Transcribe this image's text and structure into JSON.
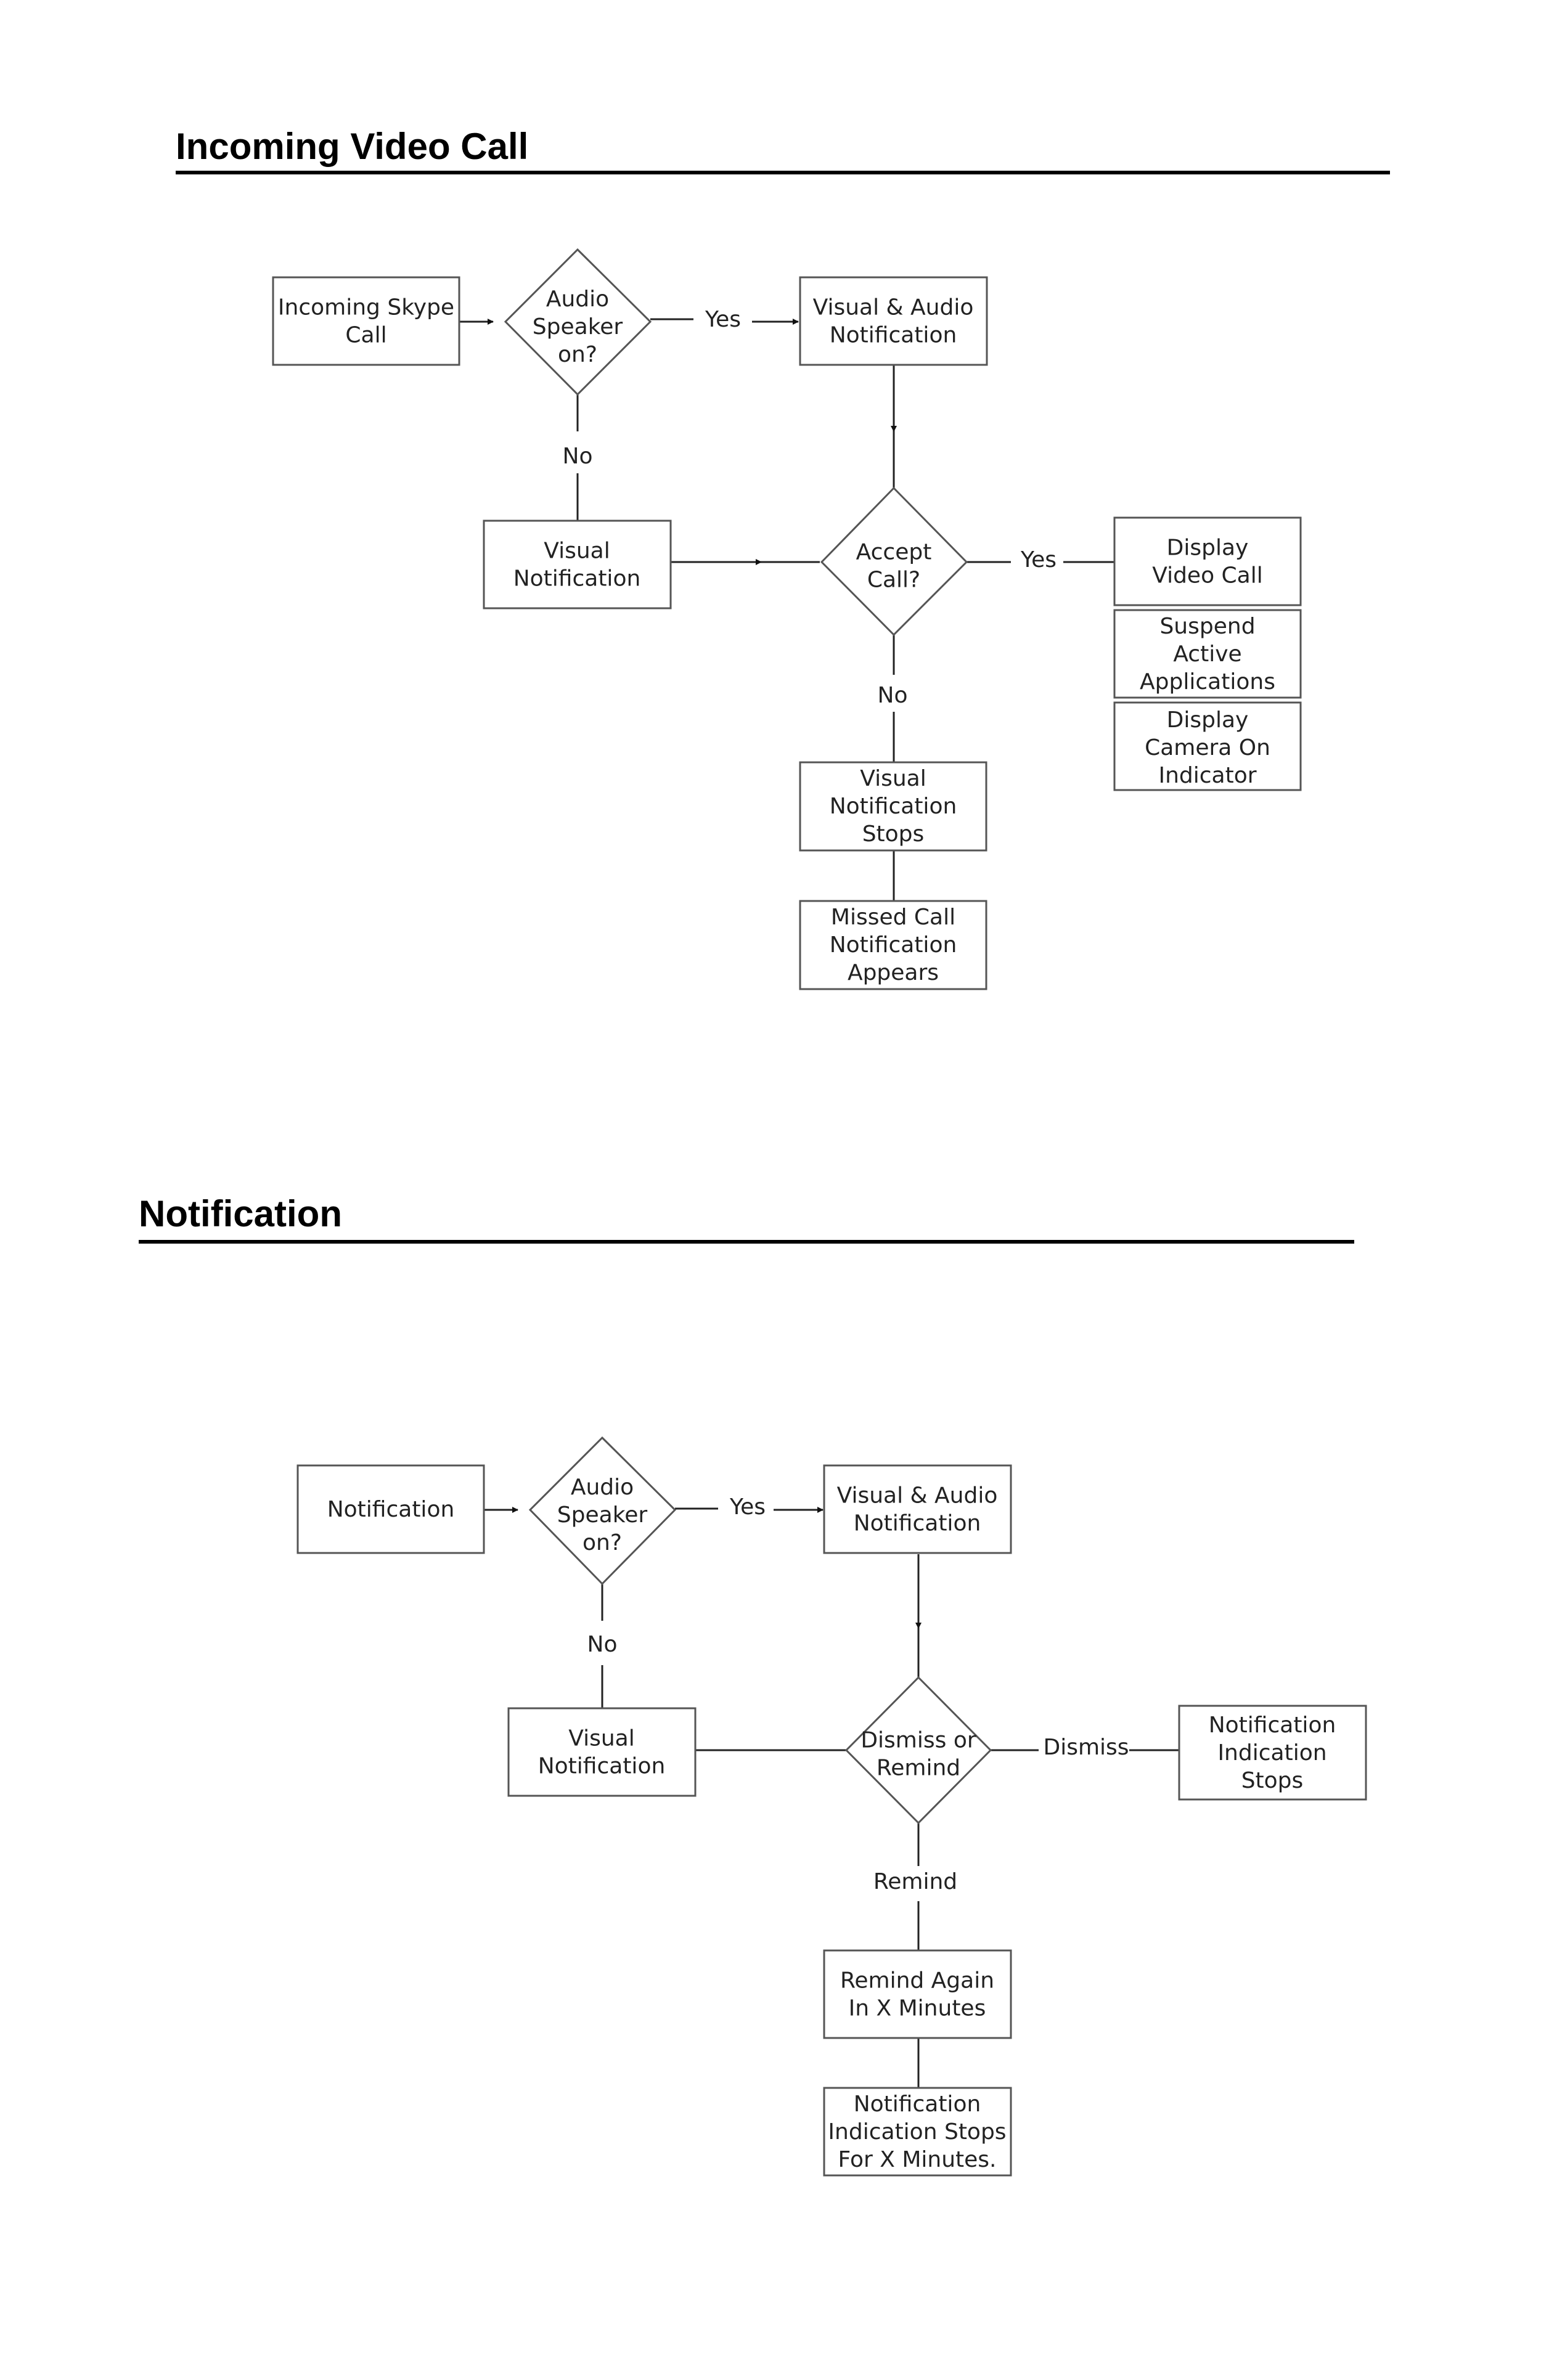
{
  "section1": {
    "title": "Incoming Video Call",
    "incoming": [
      "Incoming Skype",
      "Call"
    ],
    "audio": [
      "Audio",
      "Speaker",
      "on?"
    ],
    "yes1": "Yes",
    "no1": "No",
    "visual_audio": [
      "Visual & Audio",
      "Notification"
    ],
    "visual": [
      "Visual",
      "Notification"
    ],
    "accept": [
      "Accept",
      "Call?"
    ],
    "yes2": "Yes",
    "no2": "No",
    "display_video": [
      "Display",
      "Video Call"
    ],
    "suspend": [
      "Suspend",
      "Active",
      "Applications"
    ],
    "camera": [
      "Display",
      "Camera On",
      "Indicator"
    ],
    "visual_stops": [
      "Visual",
      "Notification",
      "Stops"
    ],
    "missed": [
      "Missed Call",
      "Notification",
      "Appears"
    ]
  },
  "section2": {
    "title": "Notification",
    "notification": [
      "Notification"
    ],
    "audio": [
      "Audio",
      "Speaker",
      "on?"
    ],
    "yes": "Yes",
    "no": "No",
    "visual_audio": [
      "Visual & Audio",
      "Notification"
    ],
    "visual": [
      "Visual",
      "Notification"
    ],
    "dismiss_remind": [
      "Dismiss or",
      "Remind"
    ],
    "dismiss": "Dismiss",
    "remind": "Remind",
    "indication_stops": [
      "Notification",
      "Indication",
      "Stops"
    ],
    "remind_again": [
      "Remind Again",
      "In X Minutes"
    ],
    "indication_stops_x": [
      "Notification",
      "Indication Stops",
      "For X Minutes."
    ]
  }
}
